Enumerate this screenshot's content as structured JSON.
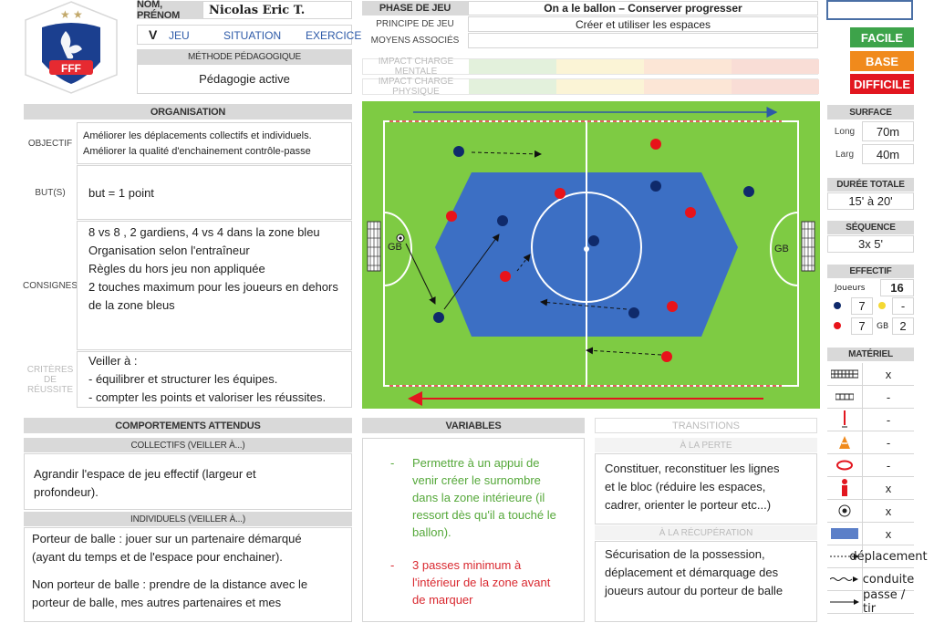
{
  "header": {
    "logo_text": "FFF",
    "name_label": "NOM, PRÉNOM",
    "name_value": "Nicolas Eric T.",
    "check_mark": "V",
    "type_jeu": "JEU",
    "type_situation": "SITUATION",
    "type_exercice": "EXERCICE",
    "method_label": "MÉTHODE PÉDAGOGIQUE",
    "method_value": "Pédagogie active",
    "phase_label": "PHASE DE JEU",
    "phase_value": "On a le ballon – Conserver progresser",
    "principe_label": "PRINCIPE DE JEU",
    "principe_value": "Créer et utiliser les espaces",
    "moyens_label": "MOYENS ASSOCIÉS",
    "moyens_value": "",
    "impact_mental_label": "IMPACT CHARGE MENTALE",
    "impact_physique_label": "IMPACT CHARGE PHYSIQUE",
    "level_facile": "FACILE",
    "level_base": "BASE",
    "level_difficile": "DIFFICILE"
  },
  "organisation": {
    "title": "ORGANISATION",
    "objectif_label": "OBJECTIF",
    "objectif_lines": [
      "Améliorer les déplacements collectifs et individuels.",
      "Améliorer la qualité d'enchainement contrôle-passe"
    ],
    "buts_label": "BUT(S)",
    "buts_value": "but = 1 point",
    "consignes_label": "CONSIGNES",
    "consignes_lines": [
      "8 vs 8 , 2 gardiens, 4 vs 4 dans la zone bleu",
      "Organisation selon l'entraîneur",
      "Règles du hors jeu non appliquée",
      "2 touches maximum pour les joueurs en dehors",
      "de la zone bleus"
    ],
    "criteres_label_1": "CRITÈRES",
    "criteres_label_2": "DE",
    "criteres_label_3": "RÉUSSITE",
    "criteres_lines": [
      "Veiller à :",
      "- équilibrer et structurer les équipes.",
      "- compter les points et valoriser les réussites."
    ]
  },
  "pitch": {
    "gb_left": "GB",
    "gb_right": "GB",
    "colors": {
      "grass": "#7ecb43",
      "zone": "#3c6fc4",
      "blue_player": "#0f2a6b",
      "red_player": "#e8131a"
    }
  },
  "right_panel": {
    "surface_label": "SURFACE",
    "long_label": "Long",
    "long_value": "70m",
    "larg_label": "Larg",
    "larg_value": "40m",
    "duree_label": "DURÉE TOTALE",
    "duree_value": "15' à 20'",
    "sequence_label": "SÉQUENCE",
    "sequence_value": "3x 5'",
    "effectif_label": "EFFECTIF",
    "joueurs_label": "Joueurs",
    "joueurs_value": "16",
    "blue_count": "7",
    "yellow_count": "-",
    "red_count": "7",
    "gb_label": "GB",
    "gb_count": "2",
    "materiel_label": "MATÉRIEL",
    "materiel": [
      {
        "icon": "large-goal-icon",
        "value": "x"
      },
      {
        "icon": "small-goal-icon",
        "value": "-"
      },
      {
        "icon": "pole-icon",
        "value": "-"
      },
      {
        "icon": "cone-icon",
        "value": "-"
      },
      {
        "icon": "ring-icon",
        "value": "-"
      },
      {
        "icon": "dummy-icon",
        "value": "x"
      },
      {
        "icon": "ball-icon",
        "value": "x"
      },
      {
        "icon": "zone-icon",
        "value": "x"
      }
    ],
    "legend_deplacement": "déplacement",
    "legend_conduite": "conduite",
    "legend_passe": "passe / tir"
  },
  "comportements": {
    "title": "COMPORTEMENTS ATTENDUS",
    "collectifs_label": "COLLECTIFS (VEILLER À...)",
    "collectifs_lines": [
      "Agrandir l'espace de jeu effectif (largeur et",
      "profondeur)."
    ],
    "individuels_label": "INDIVIDUELS (VEILLER À...)",
    "individuels_lines": [
      "Porteur de balle : jouer sur un partenaire démarqué",
      "(ayant du temps et de l'espace pour enchainer).",
      "",
      "Non porteur de balle : prendre de la distance avec le",
      "porteur de balle, mes autres partenaires et mes"
    ]
  },
  "variables": {
    "title": "VARIABLES",
    "var1_lines": [
      "Permettre à un appui de",
      "venir créer le surnombre",
      "dans la zone intérieure (il",
      "ressort dès qu'il a touché le",
      "ballon)."
    ],
    "var2_lines": [
      "3 passes minimum à",
      "l'intérieur de la zone avant",
      "de marquer"
    ],
    "bullet": "-",
    "var1_color": "#55a83a",
    "var2_color": "#d9282f"
  },
  "transitions": {
    "title": "TRANSITIONS",
    "perte_label": "À LA PERTE",
    "perte_lines": [
      "Constituer, reconstituer les lignes",
      "et le bloc (réduire les espaces,",
      "cadrer, orienter le porteur etc...)"
    ],
    "recup_label": "À LA RÉCUPÉRATION",
    "recup_lines": [
      "Sécurisation de la possession,",
      "déplacement et démarquage des",
      "joueurs autour du porteur de balle"
    ]
  }
}
